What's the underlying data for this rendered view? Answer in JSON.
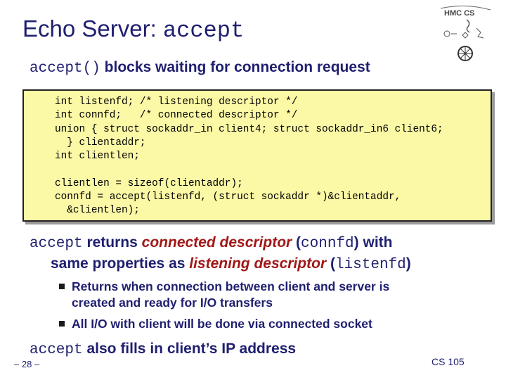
{
  "title": {
    "text": "Echo Server: ",
    "code": "accept"
  },
  "subtitle": {
    "code": "accept()",
    "text": " blocks waiting for connection request"
  },
  "code_lines": [
    "int listenfd; /* listening descriptor */",
    "int connfd;   /* connected descriptor */",
    "union { struct sockaddr_in client4; struct sockaddr_in6 client6;",
    "  } clientaddr;",
    "int clientlen;",
    "",
    "clientlen = sizeof(clientaddr);",
    "connfd = accept(listenfd, (struct sockaddr *)&clientaddr,",
    "  &clientlen);"
  ],
  "point1": {
    "code1": "accept",
    "t1": " returns ",
    "em1": "connected descriptor",
    "t2": " (",
    "code2": "connfd",
    "t3": ") with",
    "t4": "same properties as ",
    "em2": "listening descriptor",
    "t5": " (",
    "code3": "listenfd",
    "t6": ")"
  },
  "bullets": [
    {
      "line1": "Returns when connection between client and server is",
      "line2": "created and ready for I/O transfers"
    },
    {
      "line1": "All I/O with client will be done via connected socket"
    }
  ],
  "point2": {
    "code": "accept",
    "text": "  also fills in client’s IP address"
  },
  "page_number": "– 28 –",
  "course": "CS 105",
  "logo": {
    "text": "HMC CS",
    "icon": "hmc-cs-logo-icon"
  },
  "colors": {
    "title": "#1f1f70",
    "emphasis": "#a01818",
    "code_bg": "#fbf8a6"
  }
}
